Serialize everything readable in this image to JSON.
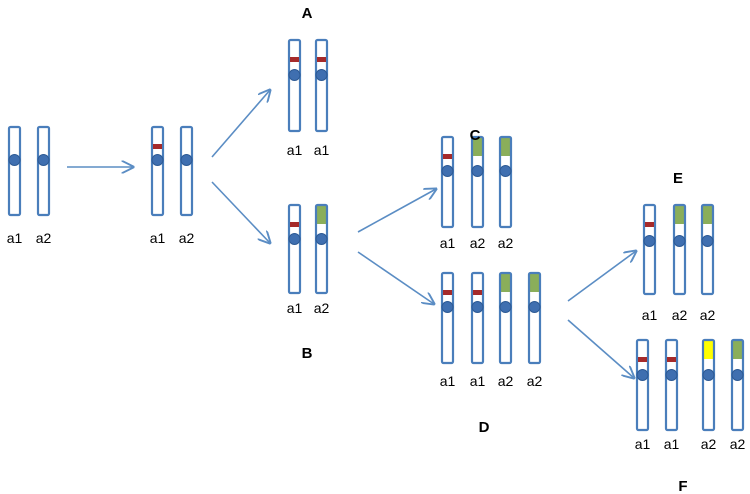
{
  "colors": {
    "chromosome_outline": "#4a7ebb",
    "centromere": "#3f6fb0",
    "centromere_stroke": "#2d5a94",
    "red_mark": "#a52a2a",
    "green_cap": "#8aae5a",
    "yellow_cap": "#ffff00",
    "arrow": "#5b8dc4"
  },
  "stage_labels": {
    "A": "A",
    "B": "B",
    "C": "C",
    "D": "D",
    "E": "E",
    "F": "F"
  },
  "groups": [
    {
      "id": "g0",
      "chromosomes": [
        {
          "label": "a1",
          "mark": "none"
        },
        {
          "label": "a2",
          "mark": "none"
        }
      ]
    },
    {
      "id": "g1",
      "chromosomes": [
        {
          "label": "a1",
          "mark": "red"
        },
        {
          "label": "a2",
          "mark": "none"
        }
      ]
    },
    {
      "id": "A",
      "chromosomes": [
        {
          "label": "a1",
          "mark": "red"
        },
        {
          "label": "a1",
          "mark": "red"
        }
      ]
    },
    {
      "id": "B",
      "chromosomes": [
        {
          "label": "a1",
          "mark": "red"
        },
        {
          "label": "a2",
          "mark": "green"
        }
      ]
    },
    {
      "id": "C",
      "chromosomes": [
        {
          "label": "a1",
          "mark": "red"
        },
        {
          "label": "a2",
          "mark": "green"
        },
        {
          "label": "a2",
          "mark": "green"
        }
      ]
    },
    {
      "id": "D",
      "chromosomes": [
        {
          "label": "a1",
          "mark": "red"
        },
        {
          "label": "a1",
          "mark": "red"
        },
        {
          "label": "a2",
          "mark": "green"
        },
        {
          "label": "a2",
          "mark": "green"
        }
      ]
    },
    {
      "id": "E",
      "chromosomes": [
        {
          "label": "a1",
          "mark": "red"
        },
        {
          "label": "a2",
          "mark": "green"
        },
        {
          "label": "a2",
          "mark": "green"
        }
      ]
    },
    {
      "id": "F",
      "chromosomes": [
        {
          "label": "a1",
          "mark": "red"
        },
        {
          "label": "a1",
          "mark": "red"
        },
        {
          "label": "a2",
          "mark": "yellow"
        },
        {
          "label": "a2",
          "mark": "green"
        }
      ]
    }
  ]
}
